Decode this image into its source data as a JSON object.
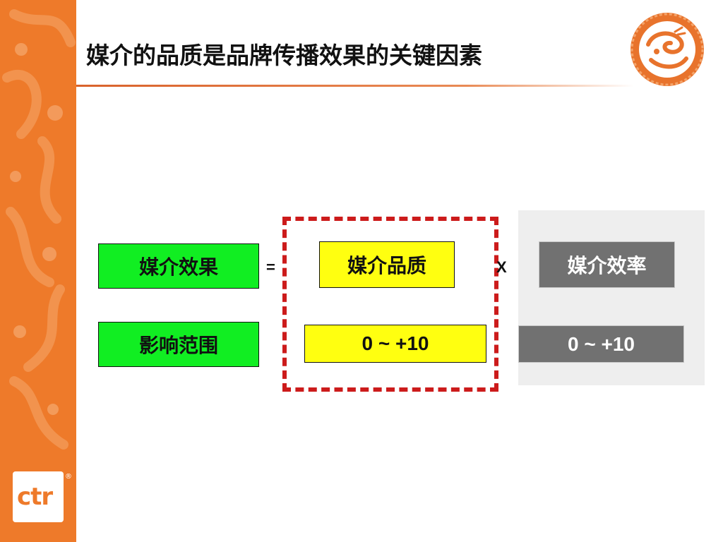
{
  "slide": {
    "title": "媒介的品质是品牌传播效果的关键因素"
  },
  "formula": {
    "effect_label": "媒介效果",
    "reach_label": "影响范围",
    "equals_sign": "=",
    "quality_label": "媒介品质",
    "quality_range": "0 ~ +10",
    "times_sign": "X",
    "efficiency_label": "媒介效率",
    "efficiency_range": "0 ~ +10"
  },
  "branding": {
    "logo_text": "ctr",
    "registered_mark": "®"
  },
  "colors": {
    "accent_orange": "#ee7a2a",
    "green": "#11ee22",
    "yellow": "#ffff10",
    "grey": "#717171",
    "dash_red": "#cc1b1b"
  }
}
